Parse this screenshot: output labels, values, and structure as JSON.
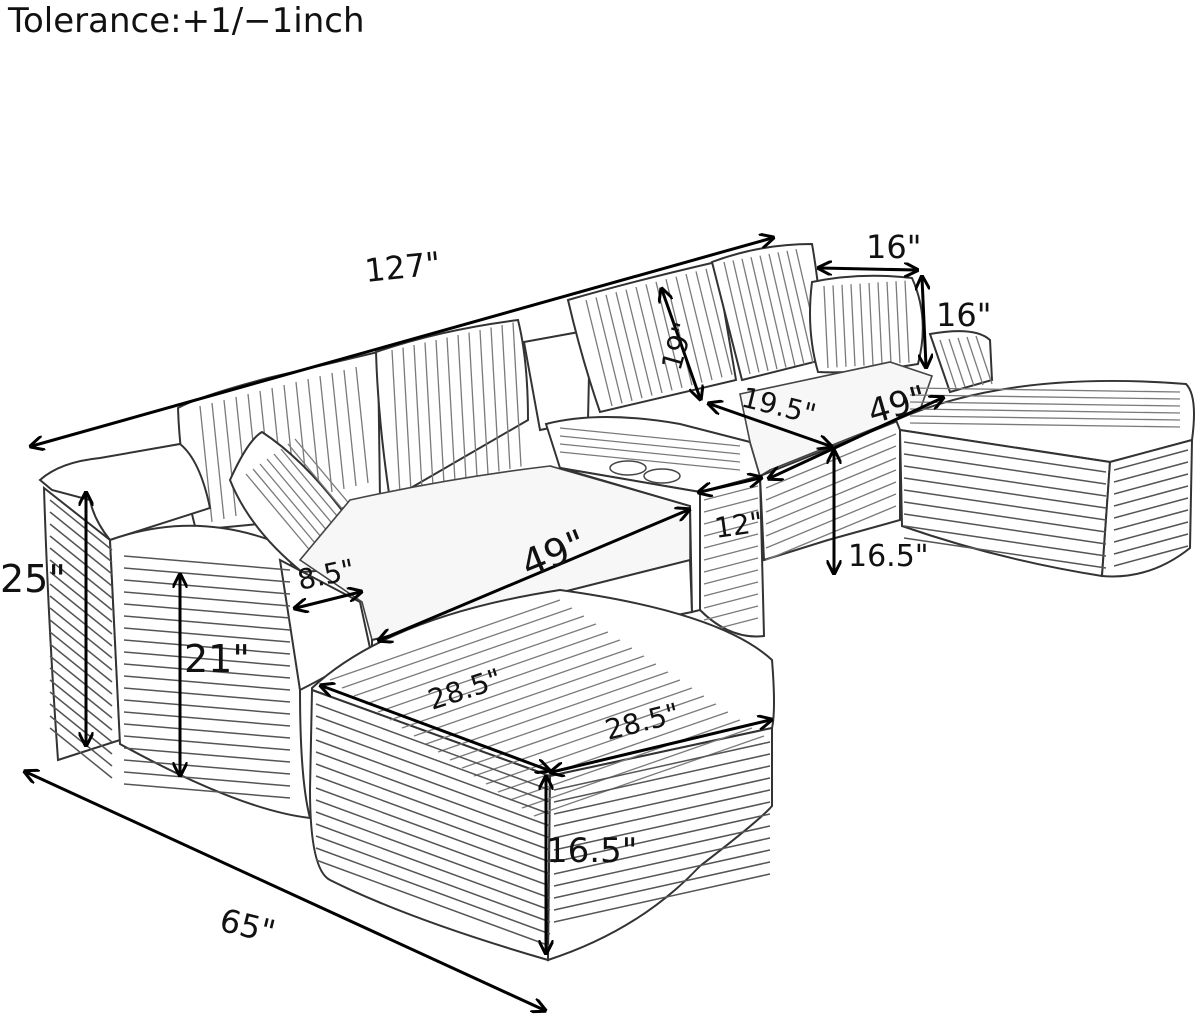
{
  "title": "Tolerance:+1/−1inch",
  "colors": {
    "dimension_line": "#000000",
    "outline": "#333333",
    "texture": "#7a7a7a",
    "background": "#ffffff"
  },
  "dimensions": {
    "total_length": "127\"",
    "back_height": "25\"",
    "arm_height": "21\"",
    "arm_width": "8.5\"",
    "seat_width_front": "49\"",
    "seat_width_back": "49\"",
    "ottoman_width": "28.5\"",
    "ottoman_depth": "28.5\"",
    "ottoman_height": "16.5\"",
    "seat_height": "16.5\"",
    "console_width": "12\"",
    "seat_depth": "19.5\"",
    "cushion_height": "19\"",
    "pillow_width": "16\"",
    "pillow_height": "16\"",
    "total_depth": "65\""
  }
}
